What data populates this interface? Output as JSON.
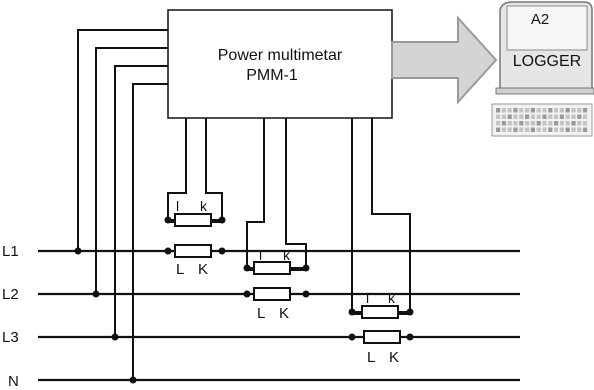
{
  "multimeter": {
    "line1": "Power multimetar",
    "line2": "PMM-1"
  },
  "logger": {
    "badge": "A2",
    "label": "LOGGER"
  },
  "lines": [
    {
      "label": "L1"
    },
    {
      "label": "L2"
    },
    {
      "label": "L3"
    },
    {
      "label": "N"
    }
  ],
  "ct_labels": {
    "upper_left": "l",
    "upper_right": "k",
    "lower_left": "L",
    "lower_right": "K"
  },
  "icons": [
    "arrow-right-icon",
    "laptop-icon",
    "keyboard-icon"
  ]
}
